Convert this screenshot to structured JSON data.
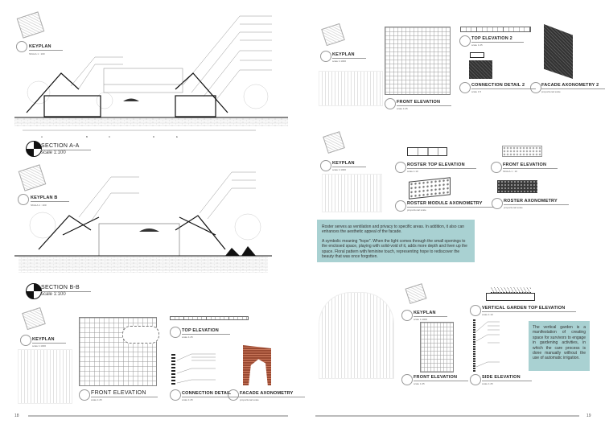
{
  "left_page": {
    "page_number": "18",
    "keyplan_a": {
      "title": "KEYPLAN",
      "scale": "SKALA  1 : 100"
    },
    "section_a": {
      "title": "SECTION A-A",
      "scale": "scale 1:100",
      "axis_labels": [
        "A",
        "B",
        "C",
        "D",
        "E"
      ]
    },
    "keyplan_b": {
      "title": "KEYPLAN B",
      "scale": "SKALA  1 : 100"
    },
    "section_b": {
      "title": "SECTION B-B",
      "scale": "scale 1:100"
    },
    "details": {
      "keyplan": {
        "title": "KEYPLAN",
        "scale": "scale 1:1000"
      },
      "front_elevation": {
        "title": "FRONT ELEVATION",
        "scale": "scale 1:25"
      },
      "top_elevation": {
        "title": "TOP ELEVATION",
        "scale": "scale 1:25"
      },
      "connection_detail": {
        "title": "CONNECTION DETAIL",
        "scale": "scale 1:25"
      },
      "facade_axonometry": {
        "title": "FACADE AXONOMETRY",
        "scale": "proportional scale"
      }
    }
  },
  "right_page": {
    "page_number": "19",
    "top": {
      "keyplan": {
        "title": "KEYPLAN",
        "scale": "scale 1:1000"
      },
      "front_elevation": {
        "title": "FRONT ELEVATION",
        "scale": "scale 1:25"
      },
      "top_elevation_2": {
        "title": "TOP ELEVATION 2",
        "scale": "scale 1:25"
      },
      "connection_detail_2": {
        "title": "CONNECTION DETAIL 2",
        "scale": "scale 1:5"
      },
      "facade_axonometry_2": {
        "title": "FACADE AXONOMETRY 2",
        "scale": "proportional scale"
      }
    },
    "roster": {
      "keyplan": {
        "title": "KEYPLAN",
        "scale": "scale 1:1000"
      },
      "top_elevation": {
        "title": "ROSTER TOP ELEVATION",
        "scale": "scale 1:10"
      },
      "front_elevation": {
        "title": "FRONT ELEVATION",
        "scale": "SKALA  1 : 10"
      },
      "module_axonometry": {
        "title": "ROSTER MODULE AXONOMETRY",
        "scale": "proportional scale"
      },
      "axonometry": {
        "title": "ROSTER AXONOMETRY",
        "scale": "proportional scale"
      },
      "description_1": "Roster serves as ventilation and privacy to specific areas. In addition, it also can enhances the aesthetic appeal of the facade.",
      "description_2": "A symbolic meaning \"hope\". When the light comes through the small openings to the enclosed space, playing with solid-void of it, adds more depth and liven up the space. Floral pattern with feminine touch, representing hope to rediscover the beauty that was once forgotten."
    },
    "garden": {
      "keyplan": {
        "title": "KEYPLAN",
        "scale": "scale 1:1000"
      },
      "front_elevation": {
        "title": "FRONT ELEVATION",
        "scale": "scale 1:25"
      },
      "top_elevation": {
        "title": "VERTICAL GARDEN TOP ELEVATION",
        "scale": "scale 1:10"
      },
      "side_elevation": {
        "title": "SIDE ELEVATION",
        "scale": "scale 1:25"
      },
      "description": "The vertical garden is a manifestation of creating space for survivors to engage in gardening activities, in which the care process is done manually without the use of automatic irrigation."
    }
  },
  "colors": {
    "teal": "#a9d1d2",
    "brick": "#9a4a32",
    "dark": "#333333"
  }
}
